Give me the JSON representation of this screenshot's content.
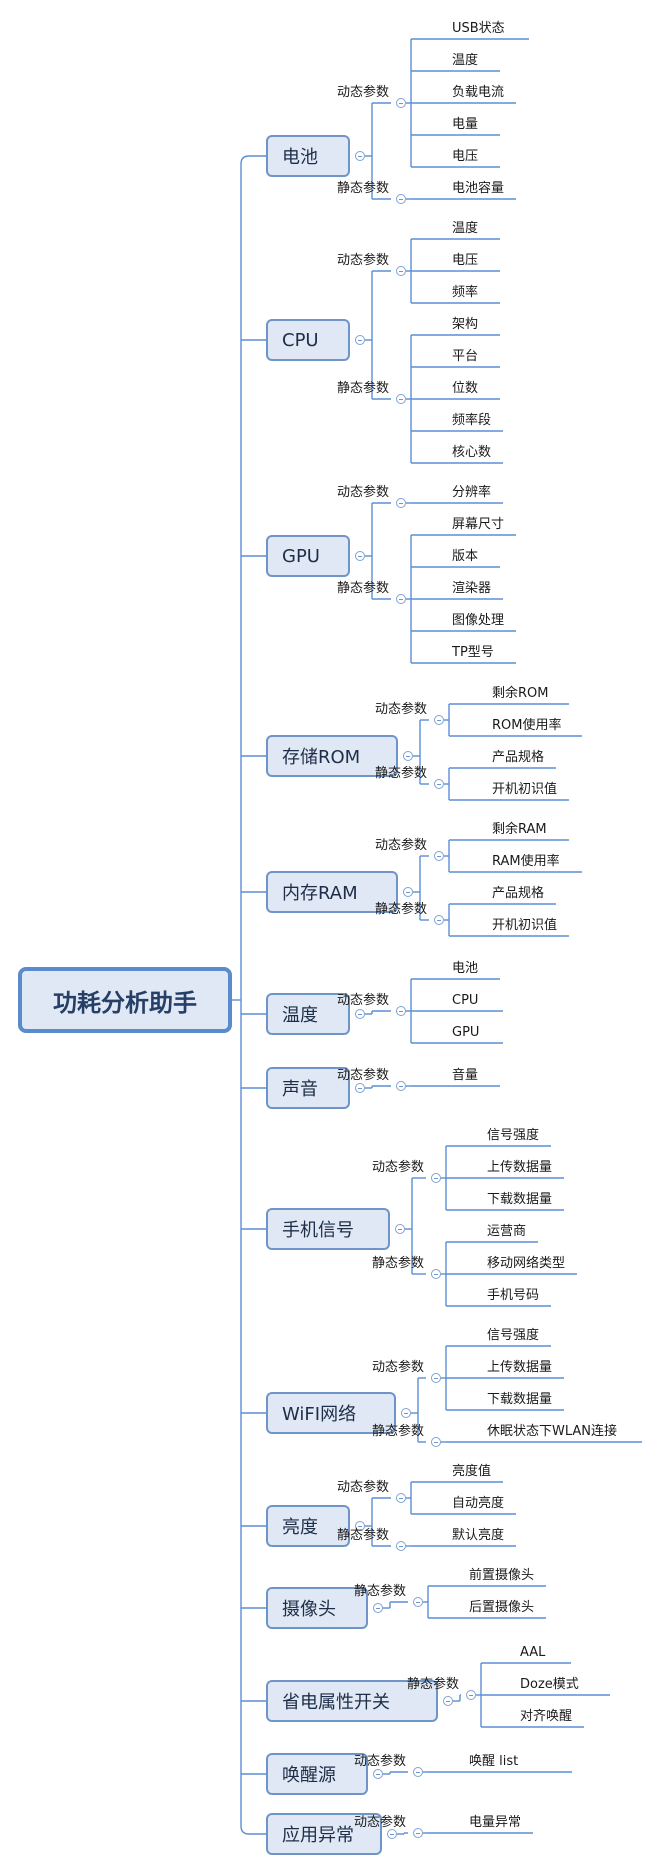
{
  "root": "功耗分析助手",
  "branches": [
    {
      "name": "电池",
      "groups": [
        {
          "label": "动态参数",
          "items": [
            "USB状态",
            "温度",
            "负载电流",
            "电量",
            "电压"
          ]
        },
        {
          "label": "静态参数",
          "items": [
            "电池容量"
          ]
        }
      ]
    },
    {
      "name": "CPU",
      "groups": [
        {
          "label": "动态参数",
          "items": [
            "温度",
            "电压",
            "频率"
          ]
        },
        {
          "label": "静态参数",
          "items": [
            "架构",
            "平台",
            "位数",
            "频率段",
            "核心数"
          ]
        }
      ]
    },
    {
      "name": "GPU",
      "groups": [
        {
          "label": "动态参数",
          "items": [
            "分辨率"
          ]
        },
        {
          "label": "静态参数",
          "items": [
            "屏幕尺寸",
            "版本",
            "渲染器",
            "图像处理",
            "TP型号"
          ]
        }
      ]
    },
    {
      "name": "存储ROM",
      "groups": [
        {
          "label": "动态参数",
          "items": [
            "剩余ROM",
            "ROM使用率"
          ]
        },
        {
          "label": "静态参数",
          "items": [
            "产品规格",
            "开机初识值"
          ]
        }
      ]
    },
    {
      "name": "内存RAM",
      "groups": [
        {
          "label": "动态参数",
          "items": [
            "剩余RAM",
            "RAM使用率"
          ]
        },
        {
          "label": "静态参数",
          "items": [
            "产品规格",
            "开机初识值"
          ]
        }
      ]
    },
    {
      "name": "温度",
      "groups": [
        {
          "label": "动态参数",
          "items": [
            "电池",
            "CPU",
            "GPU"
          ]
        }
      ]
    },
    {
      "name": "声音",
      "groups": [
        {
          "label": "动态参数",
          "items": [
            "音量"
          ]
        }
      ]
    },
    {
      "name": "手机信号",
      "groups": [
        {
          "label": "动态参数",
          "items": [
            "信号强度",
            "上传数据量",
            "下载数据量"
          ]
        },
        {
          "label": "静态参数",
          "items": [
            "运营商",
            "移动网络类型",
            "手机号码"
          ]
        }
      ]
    },
    {
      "name": "WiFI网络",
      "groups": [
        {
          "label": "动态参数",
          "items": [
            "信号强度",
            "上传数据量",
            "下载数据量"
          ]
        },
        {
          "label": "静态参数",
          "items": [
            "休眠状态下WLAN连接"
          ]
        }
      ]
    },
    {
      "name": "亮度",
      "groups": [
        {
          "label": "动态参数",
          "items": [
            "亮度值",
            "自动亮度"
          ]
        },
        {
          "label": "静态参数",
          "items": [
            "默认亮度"
          ]
        }
      ]
    },
    {
      "name": "摄像头",
      "groups": [
        {
          "label": "静态参数",
          "items": [
            "前置摄像头",
            "后置摄像头"
          ]
        }
      ]
    },
    {
      "name": "省电属性开关",
      "groups": [
        {
          "label": "静态参数",
          "items": [
            "AAL",
            "Doze模式",
            "对齐唤醒"
          ]
        }
      ]
    },
    {
      "name": "唤醒源",
      "groups": [
        {
          "label": "动态参数",
          "items": [
            "唤醒 list"
          ]
        }
      ]
    },
    {
      "name": "应用异常",
      "groups": [
        {
          "label": "动态参数",
          "items": [
            "电量异常"
          ]
        }
      ]
    }
  ],
  "colors": {
    "line": "#5b8fd6",
    "box_fill": "#dfe8f4",
    "box_border": "#6f95c8",
    "root_border": "#5a8bcc",
    "text": "#1e2e48"
  }
}
